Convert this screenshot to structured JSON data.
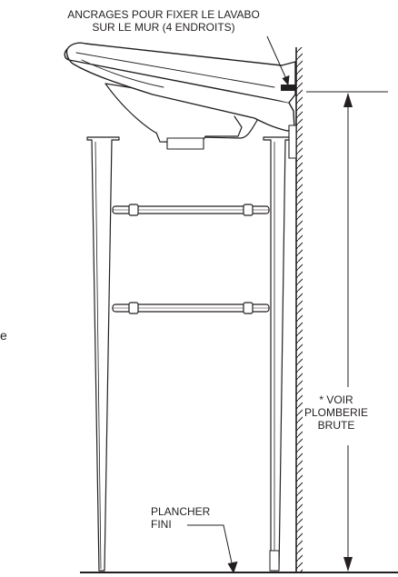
{
  "labels": {
    "anchors_line1": "ANCRAGES POUR FIXER LE LAVABO",
    "anchors_line2": "SUR LE MUR (4 ENDROITS)",
    "plumbing_line1": "* VOIR",
    "plumbing_line2": "PLOMBERIE",
    "plumbing_line3": "BRUTE",
    "floor_line1": "PLANCHER",
    "floor_line2": "FINI",
    "edge_fragment": "e"
  },
  "colors": {
    "line": "#231f20",
    "fill": "#ffffff"
  }
}
